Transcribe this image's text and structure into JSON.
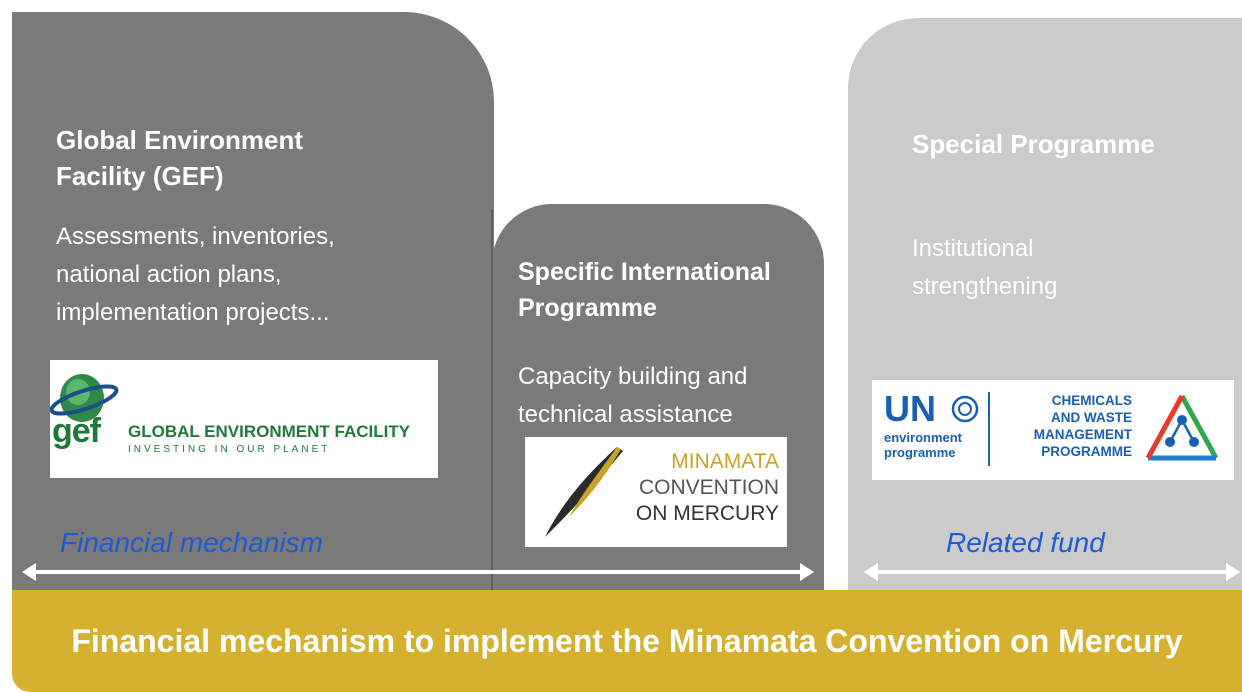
{
  "panels": {
    "gef": {
      "title_line1": "Global Environment",
      "title_line2": "Facility (GEF)",
      "desc_line1": "Assessments, inventories,",
      "desc_line2": "national action plans,",
      "desc_line3": "implementation projects..."
    },
    "sip": {
      "title_line1": "Specific International",
      "title_line2": "Programme",
      "desc_line1": "Capacity building and",
      "desc_line2": "technical assistance"
    },
    "sp": {
      "title": "Special Programme",
      "desc_line1": "Institutional",
      "desc_line2": "strengthening"
    }
  },
  "logos": {
    "gef": {
      "mark": "gef",
      "name": "GLOBAL ENVIRONMENT FACILITY",
      "tagline": "INVESTING IN OUR PLANET"
    },
    "minamata": {
      "line1": "MINAMATA",
      "line2": "CONVENTION",
      "line3": "ON MERCURY"
    },
    "unep": {
      "un": "UN",
      "env1": "environment",
      "env2": "programme",
      "cw1": "CHEMICALS",
      "cw2": "AND WASTE",
      "cw3": "MANAGEMENT",
      "cw4": "PROGRAMME"
    }
  },
  "captions": {
    "financial_mechanism": "Financial mechanism",
    "related_fund": "Related fund"
  },
  "banner": {
    "text": "Financial mechanism to implement the Minamata Convention on Mercury"
  },
  "colors": {
    "dark_panel": "#7a7a7a",
    "light_panel": "#cbcbcb",
    "banner": "#d6b12f",
    "caption": "#1e5ad6",
    "gef_green": "#1f7a3a",
    "minamata_gold": "#c9a227",
    "unep_blue": "#1a5fb4"
  }
}
